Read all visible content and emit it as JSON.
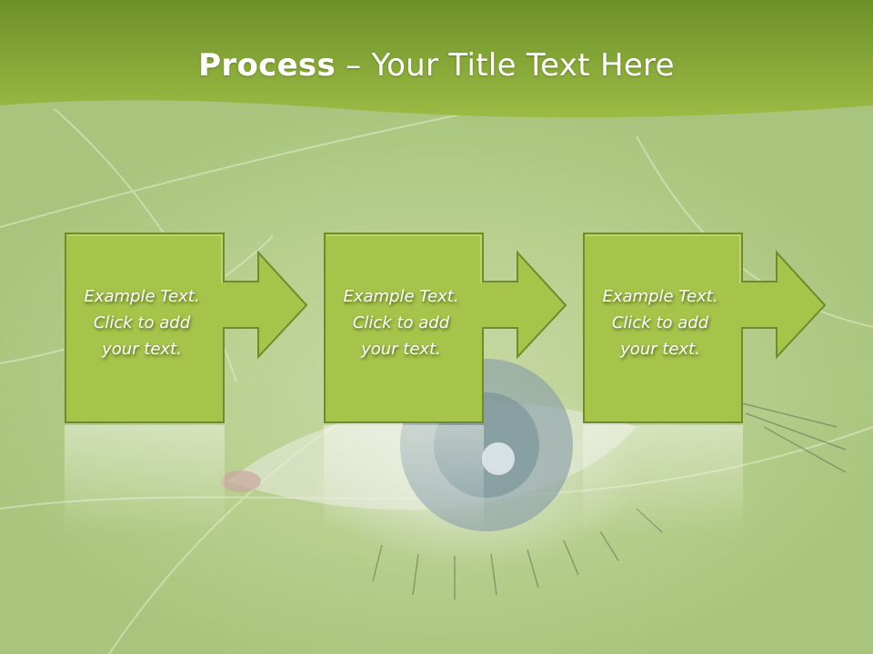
{
  "slide": {
    "title_bold": "Process",
    "title_rest": " – Your Title Text Here"
  },
  "steps": [
    {
      "text_line1": "Example Text.",
      "text_line2": "Click  to add",
      "text_line3": "your text."
    },
    {
      "text_line1": "Example Text.",
      "text_line2": "Click  to add",
      "text_line3": "your text."
    },
    {
      "text_line1": "Example Text.",
      "text_line2": "Click  to add",
      "text_line3": "your text."
    }
  ],
  "colors": {
    "box_fill": "#a6c44a",
    "box_stroke": "#6f8b2a",
    "title_band": "#7fa035"
  }
}
